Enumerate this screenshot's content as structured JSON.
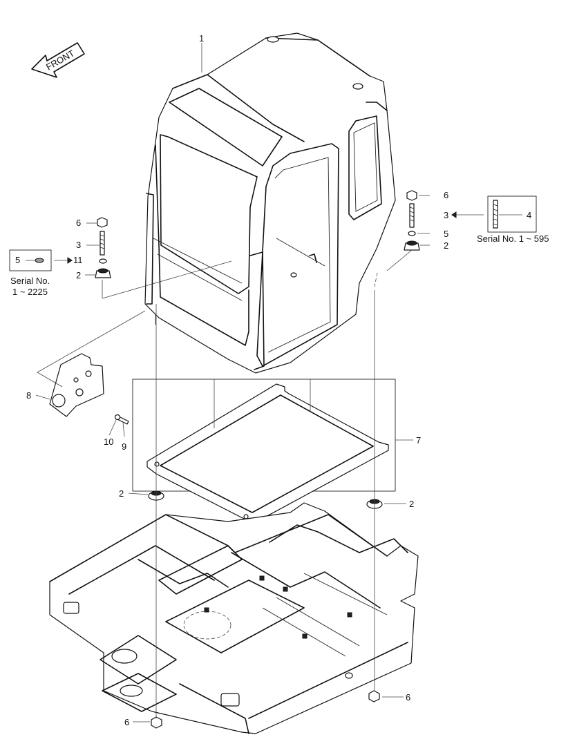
{
  "front_arrow": {
    "text": "FRONT"
  },
  "callouts": [
    {
      "id": "c1",
      "number": "1"
    },
    {
      "id": "c6-left",
      "number": "6"
    },
    {
      "id": "c3-left",
      "number": "3"
    },
    {
      "id": "c5-left",
      "number": "5"
    },
    {
      "id": "c11",
      "number": "11"
    },
    {
      "id": "c2-left",
      "number": "2"
    },
    {
      "id": "c6-right",
      "number": "6"
    },
    {
      "id": "c3-right",
      "number": "3"
    },
    {
      "id": "c4",
      "number": "4"
    },
    {
      "id": "c5-right",
      "number": "5"
    },
    {
      "id": "c2-right",
      "number": "2"
    },
    {
      "id": "c8",
      "number": "8"
    },
    {
      "id": "c10",
      "number": "10"
    },
    {
      "id": "c9",
      "number": "9"
    },
    {
      "id": "c7",
      "number": "7"
    },
    {
      "id": "c2-frame-left",
      "number": "2"
    },
    {
      "id": "c2-frame-right",
      "number": "2"
    },
    {
      "id": "c6-bottom-right",
      "number": "6"
    },
    {
      "id": "c6-bottom-left",
      "number": "6"
    }
  ],
  "notes": {
    "left_serial_line1": "Serial No.",
    "left_serial_line2": "1 ~ 2225",
    "right_serial": "Serial No. 1 ~ 595"
  }
}
